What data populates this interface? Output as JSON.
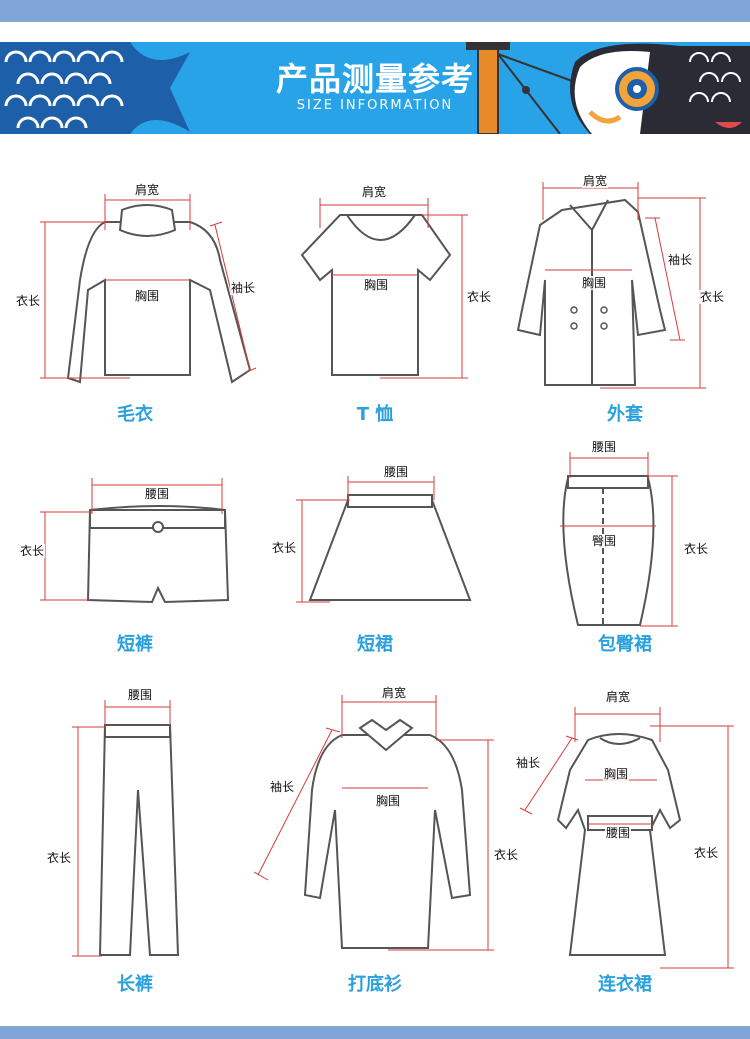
{
  "header": {
    "title": "产品测量参考",
    "subtitle": "SIZE INFORMATION"
  },
  "colors": {
    "banner": "#29a3e8",
    "caption": "#2aa0dc",
    "measure_line": "#d63b3b",
    "outline": "#555555",
    "bar": "#7fa6d6"
  },
  "items": [
    {
      "caption": "毛衣",
      "labels": {
        "shoulder": "肩宽",
        "chest": "胸围",
        "length": "衣长",
        "sleeve": "袖长"
      }
    },
    {
      "caption": "T 恤",
      "labels": {
        "shoulder": "肩宽",
        "chest": "胸围",
        "length": "衣长"
      }
    },
    {
      "caption": "外套",
      "labels": {
        "shoulder": "肩宽",
        "chest": "胸围",
        "sleeve": "袖长",
        "length": "衣长"
      }
    },
    {
      "caption": "短裤",
      "labels": {
        "waist": "腰围",
        "length": "衣长"
      }
    },
    {
      "caption": "短裙",
      "labels": {
        "waist": "腰围",
        "length": "衣长"
      }
    },
    {
      "caption": "包臀裙",
      "labels": {
        "waist": "腰围",
        "hip": "臀围",
        "length": "衣长"
      }
    },
    {
      "caption": "长裤",
      "labels": {
        "waist": "腰围",
        "length": "衣长"
      }
    },
    {
      "caption": "打底衫",
      "labels": {
        "shoulder": "肩宽",
        "sleeve": "袖长",
        "chest": "胸围",
        "length": "衣长"
      }
    },
    {
      "caption": "连衣裙",
      "labels": {
        "shoulder": "肩宽",
        "sleeve": "袖长",
        "chest": "胸围",
        "waist": "腰围",
        "length": "衣长"
      }
    }
  ]
}
